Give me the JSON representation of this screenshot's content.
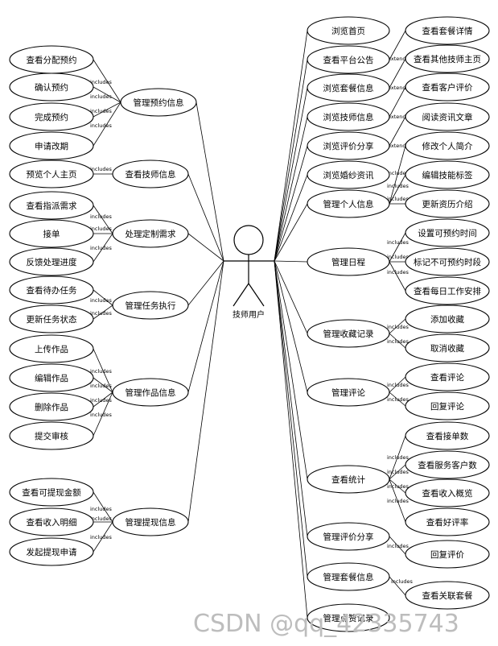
{
  "actor": {
    "label": "技师用户"
  },
  "left_cases": {
    "manage_booking": "管理预约信息",
    "view_booking": "查看分配预约",
    "confirm_booking": "确认预约",
    "complete_booking": "完成预约",
    "reschedule": "申请改期",
    "view_tech_info": "查看技师信息",
    "preview_home": "预览个人主页",
    "handle_custom": "处理定制需求",
    "view_assigned_needs": "查看指派需求",
    "accept_order": "接单",
    "feedback_progress": "反馈处理进度",
    "manage_task": "管理任务执行",
    "view_pending_tasks": "查看待办任务",
    "update_task_status": "更新任务状态",
    "manage_works": "管理作品信息",
    "upload_works": "上传作品",
    "edit_works": "编辑作品",
    "delete_works": "删除作品",
    "submit_review": "提交审核",
    "manage_withdraw": "管理提现信息",
    "view_withdrawable": "查看可提现金额",
    "view_income_detail": "查看收入明细",
    "apply_withdraw": "发起提现申请"
  },
  "right_cases": {
    "browse_home": "浏览首页",
    "view_notice": "查看平台公告",
    "browse_package": "浏览套餐信息",
    "browse_tech": "浏览技师信息",
    "browse_review_share": "浏览评价分享",
    "browse_wedding_news": "浏览婚纱资讯",
    "view_package_detail": "查看套餐详情",
    "view_other_tech": "查看其他技师主页",
    "view_customer_review": "查看客户评价",
    "read_news": "阅读资讯文章",
    "manage_personal": "管理个人信息",
    "edit_intro": "修改个人简介",
    "edit_skill_tags": "编辑技能标签",
    "update_resume": "更新资历介绍",
    "manage_schedule": "管理日程",
    "set_bookable_time": "设置可预约时间",
    "mark_unbookable": "标记不可预约时段",
    "view_daily_work": "查看每日工作安排",
    "manage_favorites": "管理收藏记录",
    "add_favorite": "添加收藏",
    "cancel_favorite": "取消收藏",
    "manage_comments": "管理评论",
    "view_comments": "查看评论",
    "reply_comments": "回复评论",
    "view_stats": "查看统计",
    "view_order_count": "查看接单数",
    "view_service_customers": "查看服务客户数",
    "view_income_overview": "查看收入概览",
    "view_good_rate": "查看好评率",
    "manage_review_share": "管理评价分享",
    "reply_review": "回复评价",
    "manage_package_info": "管理套餐信息",
    "view_related_package": "查看关联套餐",
    "manage_likes": "管理点赞记录"
  },
  "relations": {
    "includes": "includes",
    "extends": "extends"
  },
  "watermark": "CSDN @qq_42335743"
}
